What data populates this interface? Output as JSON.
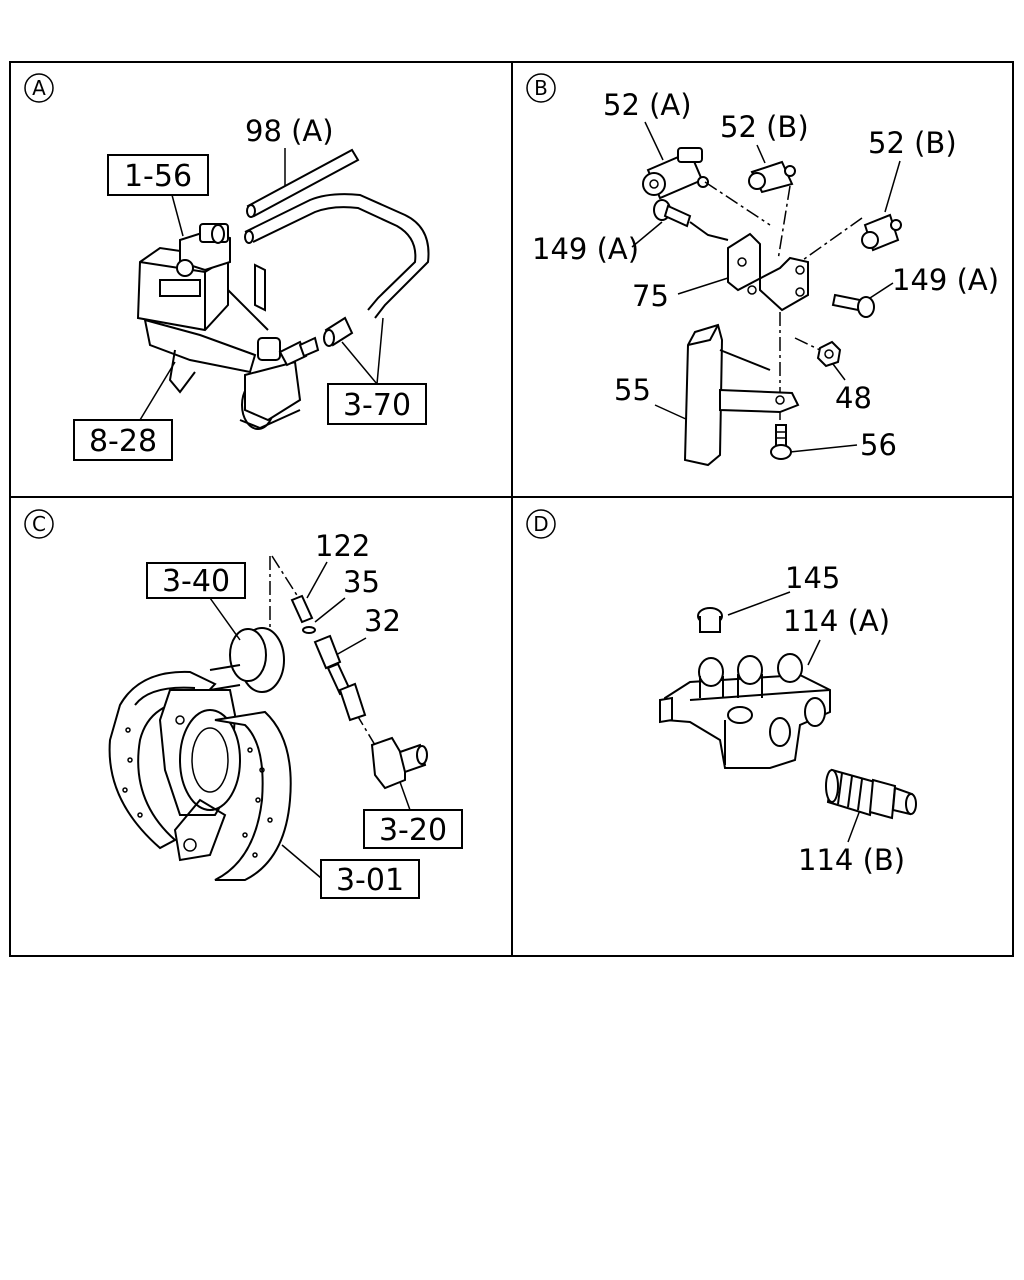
{
  "panels": [
    {
      "id": "A",
      "callouts": [
        "98 (A)"
      ],
      "boxed_refs": [
        "1-56",
        "3-70",
        "8-28"
      ]
    },
    {
      "id": "B",
      "callouts": [
        "52 (A)",
        "52 (B)",
        "52 (B)",
        "149 (A)",
        "149 (A)",
        "75",
        "55",
        "48",
        "56"
      ],
      "boxed_refs": []
    },
    {
      "id": "C",
      "callouts": [
        "122",
        "35",
        "32"
      ],
      "boxed_refs": [
        "3-40",
        "3-20",
        "3-01"
      ]
    },
    {
      "id": "D",
      "callouts": [
        "145",
        "114 (A)",
        "114 (B)"
      ],
      "boxed_refs": []
    }
  ]
}
